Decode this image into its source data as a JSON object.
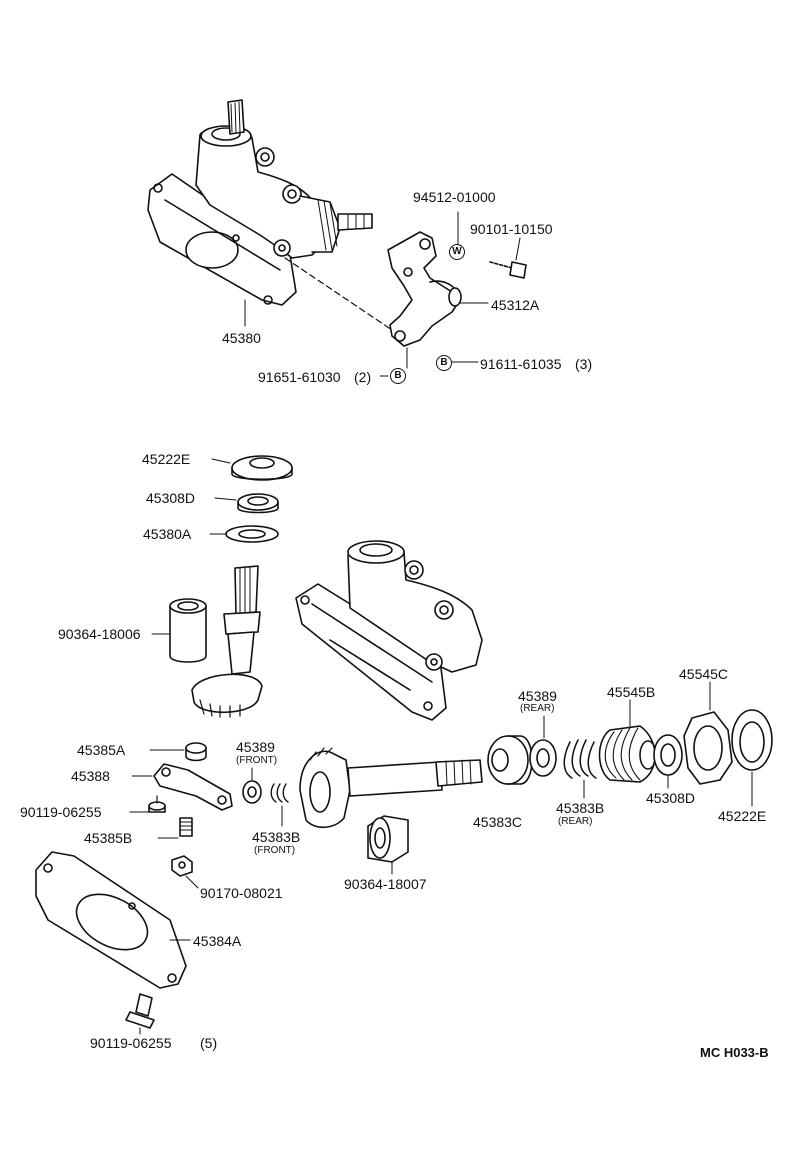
{
  "diagram": {
    "reference_code": "MC H033-B",
    "callout_mark_w": "W",
    "callout_mark_b": "B",
    "parts": {
      "p45380": "45380",
      "p94512": "94512-01000",
      "p90101": "90101-10150",
      "p45312A": "45312A",
      "p91651": "91651-61030",
      "p91651_qty": "(2)",
      "p91611": "91611-61035",
      "p91611_qty": "(3)",
      "p45222E_top": "45222E",
      "p45308D_top": "45308D",
      "p45380A": "45380A",
      "p90364_18006": "90364-18006",
      "p45389_rear": "45389",
      "p45389_rear_note": "(REAR)",
      "p45545B": "45545B",
      "p45545C": "45545C",
      "p45385A": "45385A",
      "p45389_front": "45389",
      "p45389_front_note": "(FRONT)",
      "p45388": "45388",
      "p90119_a": "90119-06255",
      "p45385B": "45385B",
      "p45383B_front": "45383B",
      "p45383B_front_note": "(FRONT)",
      "p45383C": "45383C",
      "p45383B_rear": "45383B",
      "p45383B_rear_note": "(REAR)",
      "p45308D_right": "45308D",
      "p45222E_right": "45222E",
      "p90364_18007": "90364-18007",
      "p90170": "90170-08021",
      "p45384A": "45384A",
      "p90119_b": "90119-06255",
      "p90119_b_qty": "(5)"
    }
  }
}
